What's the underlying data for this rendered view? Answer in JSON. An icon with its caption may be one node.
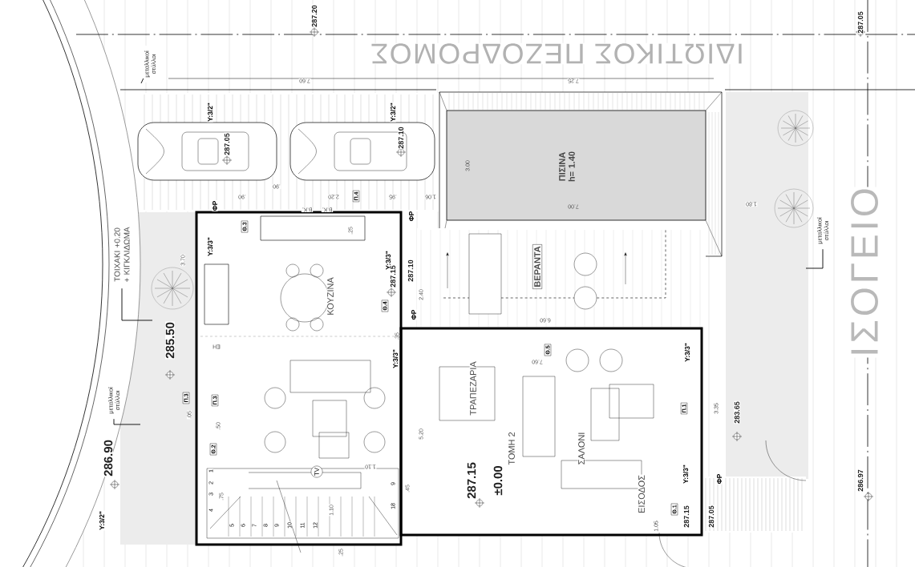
{
  "diagram": {
    "nodes": [
      {
        "text": [
          "μεταλλικοί στύλλοι"
        ]
      },
      {
        "text": [
          "ΤΟΙΧΑΚΙ +0.20 + ΚΙΓΚΛΙΔΩΜΑ"
        ]
      },
      {
        "text": [
          "μεταλλικοί στύλλοι"
        ]
      },
      {
        "text": [
          "μεταλλικοί στύλλοι"
        ]
      },
      {
        "text": [
          "Π.4"
        ]
      },
      {
        "text": [
          "Θ.3"
        ]
      },
      {
        "text": [
          "ΒΕΡΑΝΤΑ"
        ]
      },
      {
        "text": [
          "Θ.4"
        ]
      },
      {
        "text": [
          "Θ.5"
        ]
      },
      {
        "text": [
          "Π.3"
        ]
      },
      {
        "text": [
          "Π.3"
        ]
      },
      {
        "text": [
          "Π.1"
        ]
      },
      {
        "text": [
          "Θ.2"
        ]
      },
      {
        "text": [
          "TV"
        ]
      },
      {
        "text": [
          "Θ.1"
        ]
      }
    ],
    "edges": [
      {
        "from": 0,
        "to": null,
        "arrow": "none"
      },
      {
        "from": 1,
        "to": null,
        "arrow": "none"
      },
      {
        "from": 2,
        "to": null,
        "arrow": "none"
      },
      {
        "from": 3,
        "to": null,
        "arrow": "none"
      }
    ],
    "labels": [
      "287.20",
      "ΙΔΙΩΤΙΚΟΣ ΠΕΖΟΔΡΟΜΟΣ",
      "287.05",
      "7.60",
      "7.25",
      "Y:3/2\"",
      "287.05",
      "Y:3/2\"",
      "287.10",
      ".90",
      ".90",
      "2.20",
      ".95",
      "1.06",
      "3.00",
      "ΠΙΣΙΝΑ h= 1.40",
      "7.00",
      "1.80",
      "ΦΡ",
      "Β.Κ.",
      "Β.Κ.",
      ".25",
      "ΦΡ",
      "Y:3/3\"",
      "Y:3/3\"",
      "ΙΣΟΓΕΙΟ",
      "ΚΟΥΖΙΝΑ",
      "287.15",
      "287.10",
      "2.40",
      "ΦΡ",
      "6.60",
      "3.70",
      "285.50",
      "ΕΗ",
      ".35",
      "Y:3/3\"",
      "7.60",
      "Y:3/3\"",
      "ΤΡΑΠΕΖΑΡΙΑ",
      "286.90",
      ".05",
      ".50",
      "5.20",
      "ΤΟΜΗ 2",
      "ΣΑΛΟΝΙ",
      "3.35",
      "283.65",
      "1.10",
      "287.15",
      "±0.00",
      "Y:3/3\"",
      "ΕΙΣΟΔΟΣ",
      "ΦΡ",
      "286.97",
      "1",
      "2",
      "3",
      "4",
      "5",
      "6",
      "7",
      "8",
      "9",
      "10",
      "11",
      "12",
      "9",
      "18",
      "Y:3/2\"",
      ".75",
      ".45",
      "1.10",
      "1.05",
      "287.15",
      "287.05",
      ".25"
    ]
  }
}
